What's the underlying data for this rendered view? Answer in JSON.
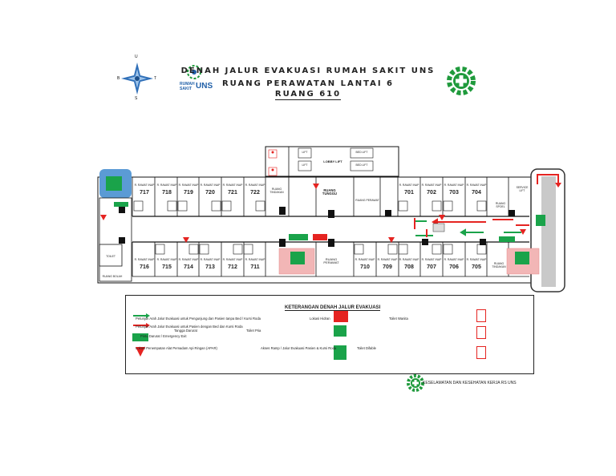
{
  "title": {
    "line1": "DENAH JALUR EVAKUASI RUMAH SAKIT UNS",
    "line2": "RUANG PERAWATAN LANTAI 6",
    "line3": "RUANG 610"
  },
  "compass": {
    "north": "U",
    "south": "S",
    "east": "T",
    "west": "B"
  },
  "hospital_logo": {
    "line1": "RUMAH",
    "line2": "SAKIT",
    "brand": "UNS"
  },
  "colors": {
    "wall": "#111111",
    "route_green": "#1aa34a",
    "route_red": "#e52421",
    "elevator_blue": "#5b9bd5",
    "k3_green": "#1f9a3c"
  },
  "rooms_top": [
    {
      "label": "R. RAWAT INAP",
      "number": "717"
    },
    {
      "label": "R. RAWAT INAP",
      "number": "718"
    },
    {
      "label": "R. RAWAT INAP",
      "number": "719"
    },
    {
      "label": "R. RAWAT INAP",
      "number": "720"
    },
    {
      "label": "R. RAWAT INAP",
      "number": "721"
    },
    {
      "label": "R. RAWAT INAP",
      "number": "722"
    }
  ],
  "rooms_top_right": [
    {
      "label": "R. RAWAT INAP",
      "number": "701"
    },
    {
      "label": "R. RAWAT INAP",
      "number": "702"
    },
    {
      "label": "R. RAWAT INAP",
      "number": "703"
    },
    {
      "label": "R. RAWAT INAP",
      "number": "704"
    }
  ],
  "rooms_bottom_left": [
    {
      "label": "R. RAWAT INAP",
      "number": "716"
    },
    {
      "label": "R. RAWAT INAP",
      "number": "715"
    },
    {
      "label": "R. RAWAT INAP",
      "number": "714"
    },
    {
      "label": "R. RAWAT INAP",
      "number": "713"
    },
    {
      "label": "R. RAWAT INAP",
      "number": "712"
    },
    {
      "label": "R. RAWAT INAP",
      "number": "711"
    }
  ],
  "rooms_bottom_right": [
    {
      "label": "R. RAWAT INAP",
      "number": "710"
    },
    {
      "label": "R. RAWAT INAP",
      "number": "709"
    },
    {
      "label": "R. RAWAT INAP",
      "number": "708"
    },
    {
      "label": "R. RAWAT INAP",
      "number": "707"
    },
    {
      "label": "R. RAWAT INAP",
      "number": "706"
    },
    {
      "label": "R. RAWAT INAP",
      "number": "705"
    }
  ],
  "areas": {
    "lobby_lift": "LOBBY LIFT",
    "lift": "LIFT",
    "bed_lift": "BED LIFT",
    "ruang_tunggu": "RUANG TUNGGU",
    "ruang_tindakan": "RUANG TINDAKAN",
    "ruang_tindakan_right": "RUANG TINDAKAN",
    "ruang_perawat": "RUANG PERAWAT",
    "ruang_perawat_mid": "RUANG PERAWAT",
    "ruang_bola": "RUANG BOLAH",
    "toilet": "TOILET",
    "toilet_small": "TOILET",
    "service_lift": "SERVICE LIFT",
    "ruang_spoel": "RUANG SPOEL"
  },
  "legend": {
    "title": "KETERANGAN DENAH JALUR EVAKUASI",
    "items": [
      "Petunjuk Arah Jalur Evakuasi untuk Pengunjung dan Pasien tanpa Bed / Kursi Roda",
      "Petunjuk Arah Jalur Evakuasi untuk Pasien dengan Bed dan Kursi Roda",
      "Tangga Darurat",
      "Pintu Darurat / Emergency Exit",
      "Lokasi Penempatan Alat Pemadam Api Ringan (APAR)",
      "Lokasi Hidran",
      "Toilet Wanita",
      "Toilet Pria",
      "Akses Ramp / Jalur Evakuasi Pasien & Kursi Roda",
      "Toilet Difable"
    ]
  },
  "footer": {
    "text": "KESELAMATAN DAN KESEHATAN KERJA RS UNS"
  }
}
